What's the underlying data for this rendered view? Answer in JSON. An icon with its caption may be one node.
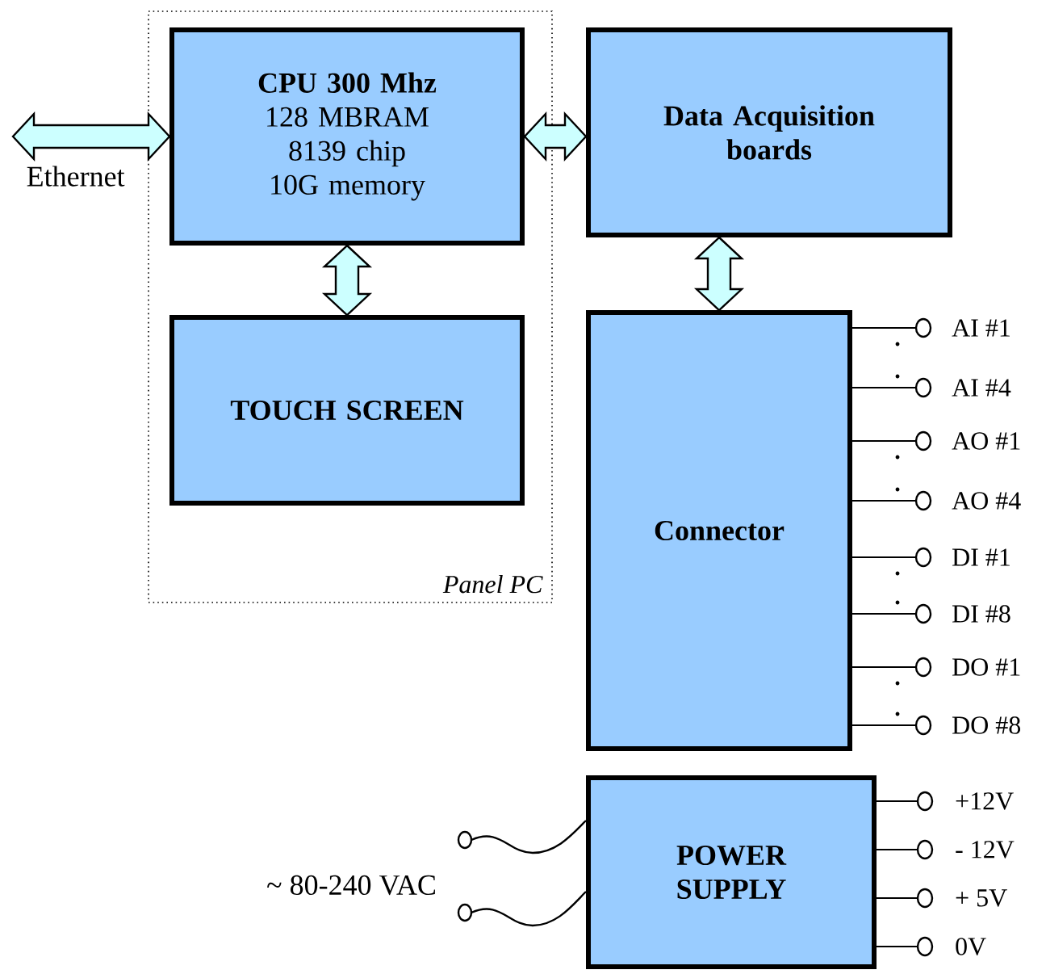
{
  "diagram": {
    "nodes": [
      {
        "text": [
          "Panel PC"
        ]
      },
      {
        "text": [
          "CPU 300 Mhz",
          "128 MBRAM",
          "8139 chip",
          "10G memory"
        ],
        "in": 0
      },
      {
        "text": [
          "TOUCH SCREEN"
        ],
        "in": 0
      },
      {
        "text": [
          "Data Acquisition boards"
        ]
      },
      {
        "text": [
          "Connector"
        ]
      },
      {
        "text": [
          "POWER SUPPLY"
        ]
      }
    ],
    "edges": [
      {
        "from": null,
        "to": 1,
        "arrow": "both",
        "label": "Ethernet"
      },
      {
        "from": 1,
        "to": 3,
        "arrow": "both"
      },
      {
        "from": 1,
        "to": 2,
        "arrow": "both"
      },
      {
        "from": 3,
        "to": 4,
        "arrow": "both"
      }
    ],
    "labels": [
      "AI #1",
      "AI #4",
      "AO #1",
      "AO #4",
      "DI #1",
      "DI #8",
      "DO #1",
      "DO #8",
      "+12V",
      "- 12V",
      "+ 5V",
      "0V",
      "~ 80-240 VAC"
    ]
  }
}
